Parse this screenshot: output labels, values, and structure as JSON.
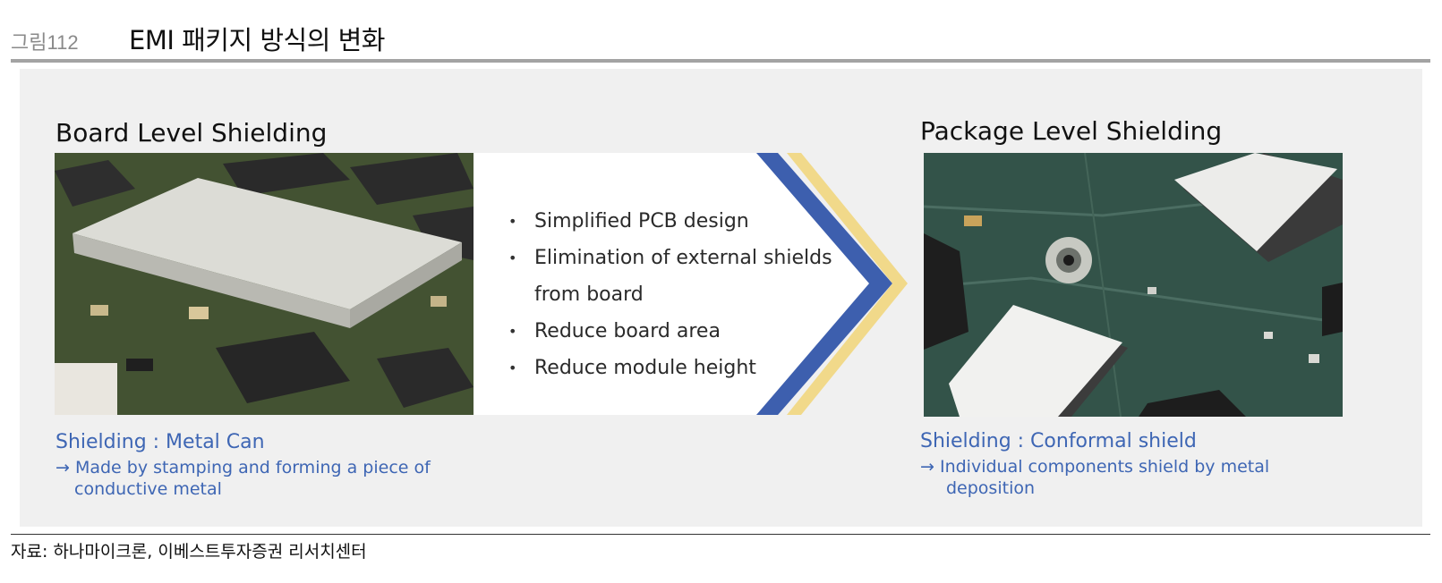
{
  "figure": {
    "number": "그림112",
    "title": "EMI 패키지 방식의 변화"
  },
  "left": {
    "heading": "Board Level Shielding",
    "image_label": "metal-can-on-pcb-photo",
    "caption_title": "Shielding : Metal Can",
    "caption_line1": "→ Made by stamping and forming a piece of",
    "caption_line2": "conductive metal"
  },
  "middle": {
    "bullets": [
      "Simplified PCB design",
      "Elimination of external shields",
      "from board",
      "Reduce board area",
      "Reduce module height"
    ]
  },
  "right": {
    "heading": "Package Level Shielding",
    "image_label": "conformal-shield-pcb-photo",
    "caption_title": "Shielding : Conformal shield",
    "caption_line1": "→ Individual components shield by metal",
    "caption_line2": "deposition"
  },
  "source": "자료: 하나마이크론, 이베스트투자증권 리서치센터",
  "colors": {
    "accent_blue": "#3e66b4",
    "arrow_blue": "#3d5fae",
    "arrow_yellow": "#f1d98a",
    "panel_bg": "#f0f0f0"
  }
}
